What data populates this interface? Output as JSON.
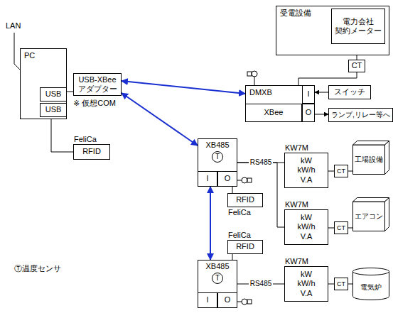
{
  "diagram": {
    "nodes": [
      {
        "text": [
          "PC"
        ]
      },
      {
        "text": [
          "USB"
        ],
        "in": 0
      },
      {
        "text": [
          "USB"
        ],
        "in": 0
      },
      {
        "text": [
          "USB-XBee アダプター"
        ]
      },
      {
        "text": [
          "FeliCa",
          "RFID"
        ]
      },
      {
        "text": [
          "受電設備"
        ]
      },
      {
        "text": [
          "電力会社 契約メーター"
        ],
        "in": 5
      },
      {
        "text": [
          "CT"
        ]
      },
      {
        "text": [
          "DMXB"
        ]
      },
      {
        "text": [
          "XBee"
        ],
        "in": 8
      },
      {
        "text": [
          "I"
        ],
        "in": 8
      },
      {
        "text": [
          "O"
        ],
        "in": 8
      },
      {
        "text": [
          "スイッチ"
        ]
      },
      {
        "text": [
          "ランプ,リレー等へ"
        ]
      },
      {
        "text": [
          "XB485"
        ]
      },
      {
        "text": [
          "T"
        ],
        "in": 14
      },
      {
        "text": [
          "I"
        ],
        "in": 14
      },
      {
        "text": [
          "O"
        ],
        "in": 14
      },
      {
        "text": [
          "RFID",
          "FeliCa"
        ]
      },
      {
        "text": [
          "KW7M",
          "kW kW/h V.A"
        ]
      },
      {
        "text": [
          "CT"
        ]
      },
      {
        "text": [
          "工場設備"
        ]
      },
      {
        "text": [
          "KW7M",
          "kW kW/h V.A"
        ]
      },
      {
        "text": [
          "CT"
        ]
      },
      {
        "text": [
          "エアコン"
        ]
      },
      {
        "text": [
          "FeliCa",
          "RFID"
        ]
      },
      {
        "text": [
          "XB485"
        ]
      },
      {
        "text": [
          "T"
        ],
        "in": 26
      },
      {
        "text": [
          "I"
        ],
        "in": 26
      },
      {
        "text": [
          "O"
        ],
        "in": 26
      },
      {
        "text": [
          "KW7M",
          "kW kW/h V.A"
        ]
      },
      {
        "text": [
          "CT"
        ]
      },
      {
        "text": [
          "電気炉"
        ]
      }
    ],
    "edges": [
      {
        "from": 1,
        "to": 3,
        "arrow": "none"
      },
      {
        "from": 2,
        "to": 4,
        "arrow": "none"
      },
      {
        "from": 3,
        "to": 8,
        "arrow": "both"
      },
      {
        "from": 3,
        "to": 14,
        "arrow": "both"
      },
      {
        "from": 14,
        "to": 26,
        "arrow": "both"
      },
      {
        "from": 7,
        "to": 6,
        "arrow": "none"
      },
      {
        "from": 7,
        "to": 8,
        "arrow": "none"
      },
      {
        "from": 12,
        "to": 10,
        "arrow": "to"
      },
      {
        "from": 11,
        "to": 13,
        "arrow": "to"
      },
      {
        "from": 14,
        "to": 19,
        "arrow": "none",
        "label": "RS485"
      },
      {
        "from": 14,
        "to": 22,
        "arrow": "none"
      },
      {
        "from": 19,
        "to": 20,
        "arrow": "none"
      },
      {
        "from": 20,
        "to": 21,
        "arrow": "none"
      },
      {
        "from": 22,
        "to": 23,
        "arrow": "none"
      },
      {
        "from": 23,
        "to": 24,
        "arrow": "none"
      },
      {
        "from": 14,
        "to": 18,
        "arrow": "none"
      },
      {
        "from": 25,
        "to": 26,
        "arrow": "none"
      },
      {
        "from": 26,
        "to": 30,
        "arrow": "none",
        "label": "RS485"
      },
      {
        "from": 30,
        "to": 31,
        "arrow": "none"
      },
      {
        "from": 31,
        "to": 32,
        "arrow": "none"
      }
    ],
    "labels": [
      "LAN",
      "※ 仮想COM",
      "Ⓣ温度センサ"
    ]
  }
}
